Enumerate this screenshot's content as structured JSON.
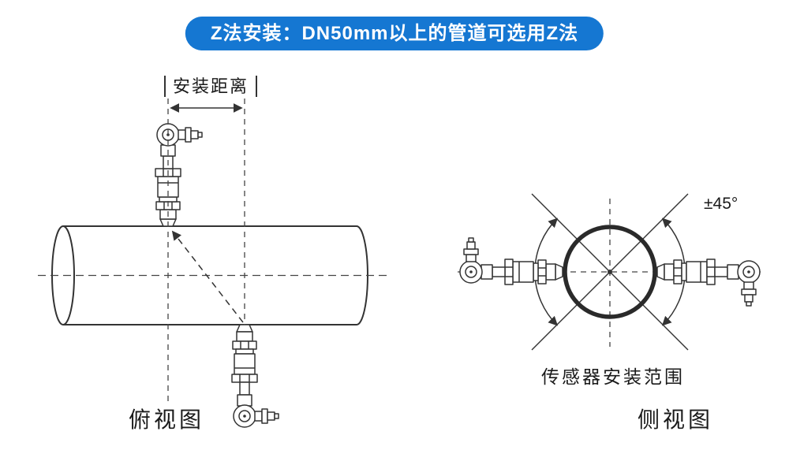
{
  "banner": {
    "label": "Z法安装：DN50mm以上的管道可选用Z法"
  },
  "top_view": {
    "dimension_label": "安装距离",
    "caption": "俯视图"
  },
  "side_view": {
    "angle_label": "±45°",
    "range_label": "传感器安装范围",
    "caption": "侧视图"
  },
  "colors": {
    "banner_bg": "#1577d2",
    "line_art": "#333333",
    "dash_line": "#444444"
  },
  "icons": {
    "transducer": "ultrasonic-clamp-on-transducer-line-drawing",
    "pipe": "pipe-cylinder-line-drawing"
  }
}
